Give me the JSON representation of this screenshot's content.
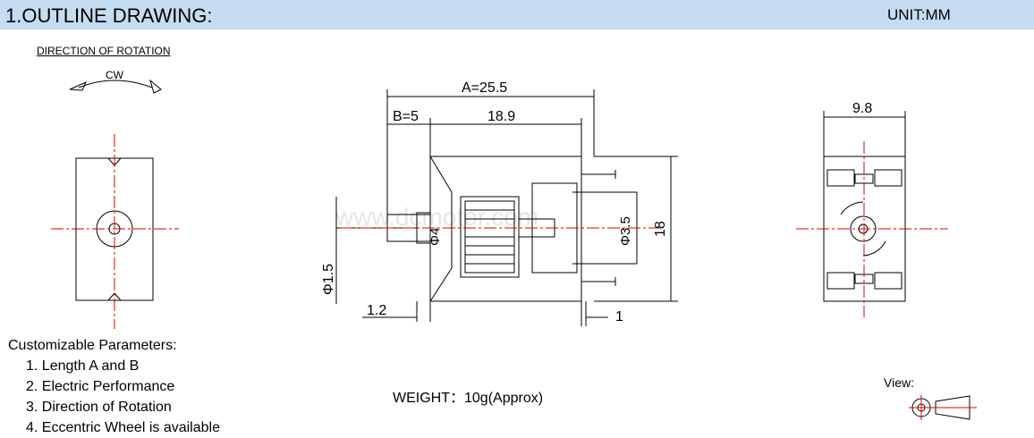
{
  "header": {
    "title": "1.OUTLINE DRAWING:",
    "unit": "UNIT:MM"
  },
  "rotation": {
    "title": "DIRECTION OF ROTATION",
    "dir": "CW"
  },
  "dims": {
    "a": "A=25.5",
    "b": "B=5",
    "body": "18.9",
    "height": "18",
    "shaft_d": "Φ1.5",
    "boss_d": "Φ4",
    "rear_d": "Φ3.5",
    "shaft_len": "1.2",
    "terminal": "1",
    "width": "9.8"
  },
  "params": {
    "title": "Customizable Parameters:",
    "items": [
      "1. Length A and B",
      "2. Electric Performance",
      "3. Direction of Rotation",
      "4. Eccentric Wheel is available"
    ]
  },
  "weight": "WEIGHT：10g(Approx)",
  "view_label": "View:",
  "watermark": "www.dcmotor.com"
}
